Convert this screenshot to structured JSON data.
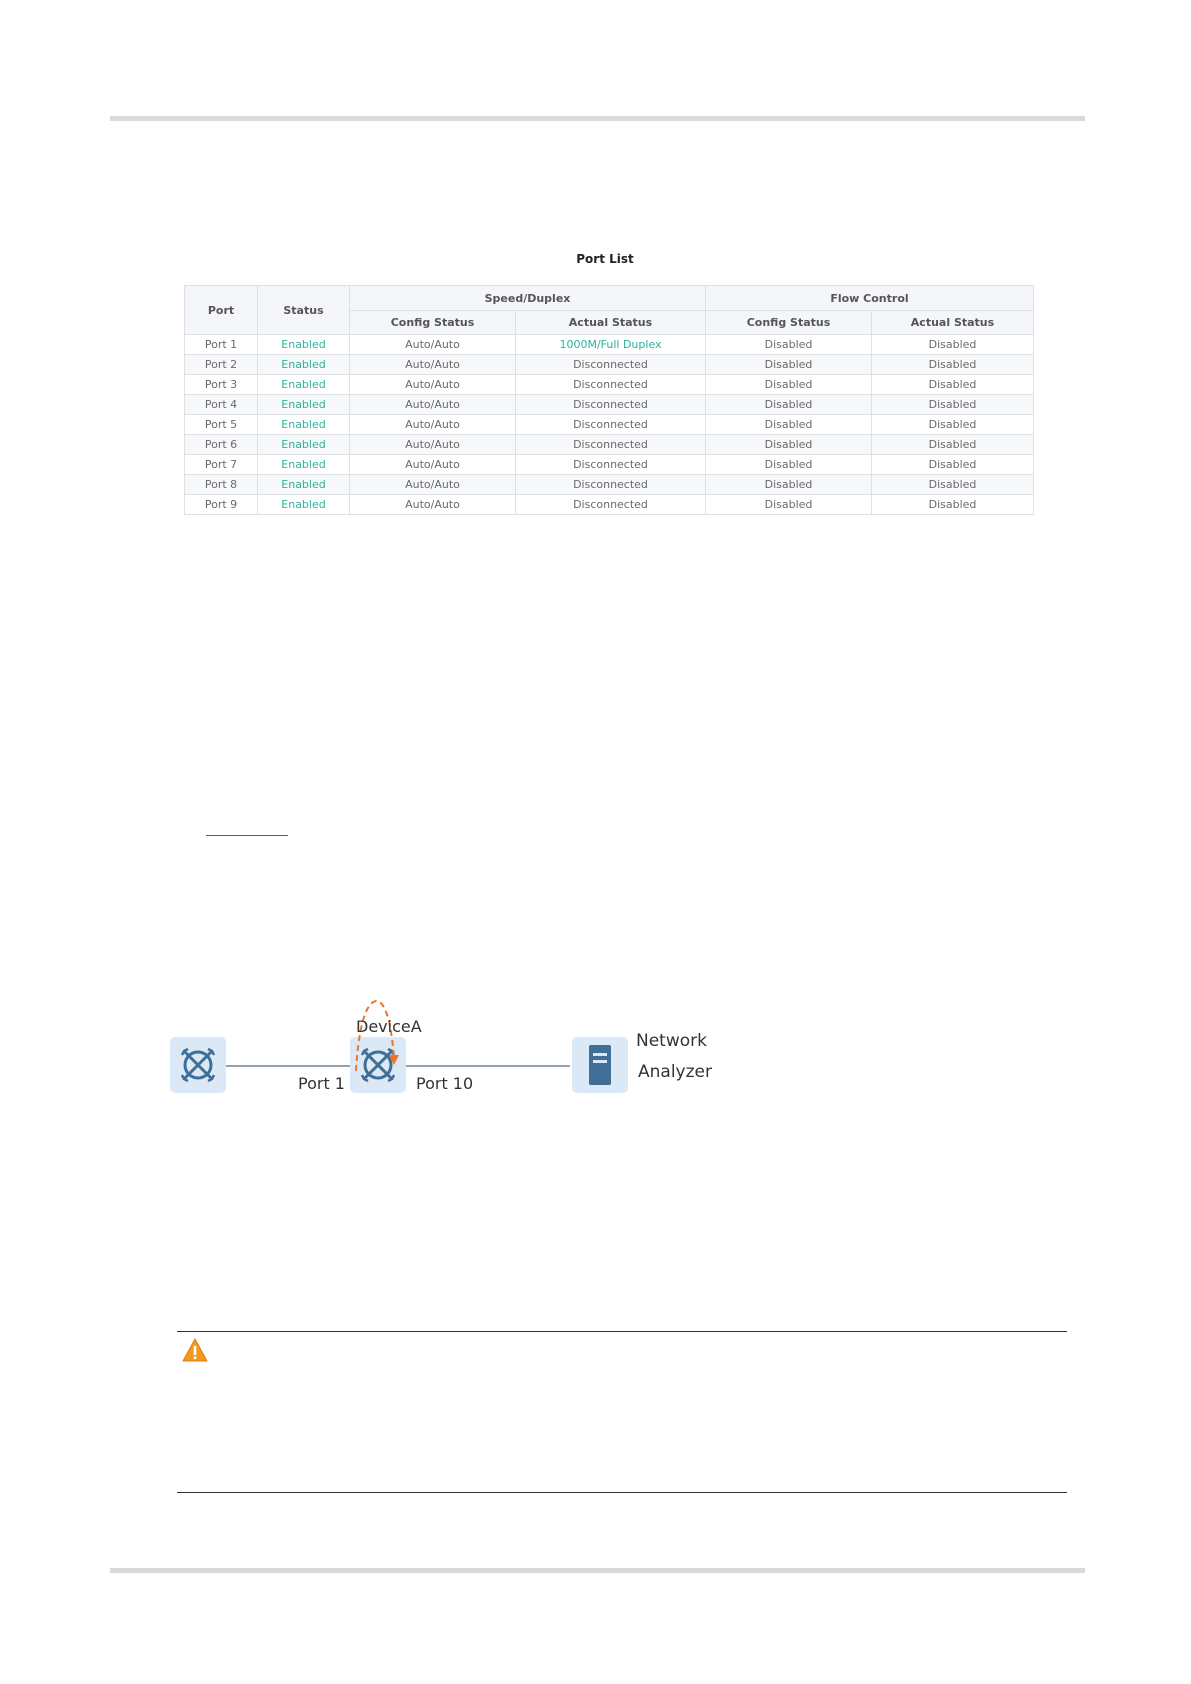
{
  "table": {
    "title": "Port List",
    "headers": {
      "port": "Port",
      "status": "Status",
      "speed_duplex": "Speed/Duplex",
      "flow_control": "Flow Control",
      "config_status": "Config Status",
      "actual_status": "Actual Status"
    },
    "rows": [
      {
        "port": "Port 1",
        "status": "Enabled",
        "sd_config": "Auto/Auto",
        "sd_actual": "1000M/Full Duplex",
        "fc_config": "Disabled",
        "fc_actual": "Disabled"
      },
      {
        "port": "Port 2",
        "status": "Enabled",
        "sd_config": "Auto/Auto",
        "sd_actual": "Disconnected",
        "fc_config": "Disabled",
        "fc_actual": "Disabled"
      },
      {
        "port": "Port 3",
        "status": "Enabled",
        "sd_config": "Auto/Auto",
        "sd_actual": "Disconnected",
        "fc_config": "Disabled",
        "fc_actual": "Disabled"
      },
      {
        "port": "Port 4",
        "status": "Enabled",
        "sd_config": "Auto/Auto",
        "sd_actual": "Disconnected",
        "fc_config": "Disabled",
        "fc_actual": "Disabled"
      },
      {
        "port": "Port 5",
        "status": "Enabled",
        "sd_config": "Auto/Auto",
        "sd_actual": "Disconnected",
        "fc_config": "Disabled",
        "fc_actual": "Disabled"
      },
      {
        "port": "Port 6",
        "status": "Enabled",
        "sd_config": "Auto/Auto",
        "sd_actual": "Disconnected",
        "fc_config": "Disabled",
        "fc_actual": "Disabled"
      },
      {
        "port": "Port 7",
        "status": "Enabled",
        "sd_config": "Auto/Auto",
        "sd_actual": "Disconnected",
        "fc_config": "Disabled",
        "fc_actual": "Disabled"
      },
      {
        "port": "Port 8",
        "status": "Enabled",
        "sd_config": "Auto/Auto",
        "sd_actual": "Disconnected",
        "fc_config": "Disabled",
        "fc_actual": "Disabled"
      },
      {
        "port": "Port 9",
        "status": "Enabled",
        "sd_config": "Auto/Auto",
        "sd_actual": "Disconnected",
        "fc_config": "Disabled",
        "fc_actual": "Disabled"
      }
    ],
    "accent_color": "#2ab39b"
  },
  "diagram": {
    "device_label": "DeviceA",
    "port_in_label": "Port 1",
    "port_out_label": "Port 10",
    "analyzer_label_line1": "Network",
    "analyzer_label_line2": "Analyzer",
    "mirror_arrow_color": "#e8772e",
    "switch_icon": "switch-icon",
    "server_icon": "server-icon"
  },
  "note": {
    "icon": "warning-icon",
    "icon_color": "#f39a1e"
  }
}
